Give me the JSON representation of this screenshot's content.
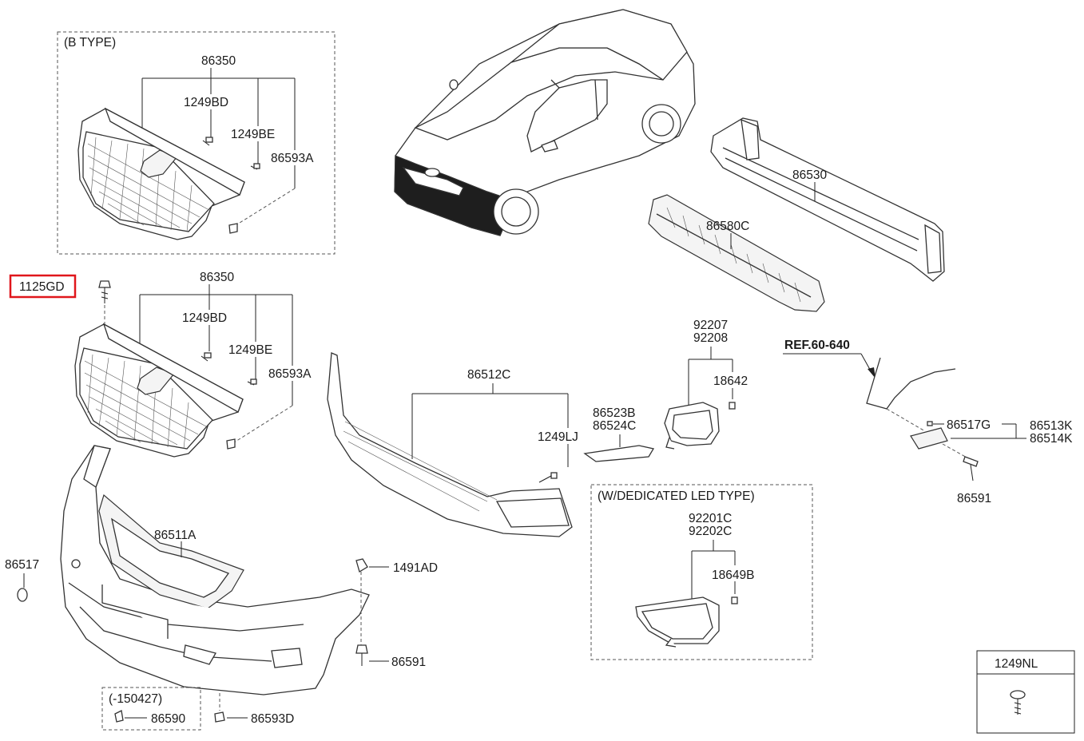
{
  "sections": {
    "b_type": "(B TYPE)",
    "led_type": "(W/DEDICATED LED TYPE)",
    "date_range": "(-150427)"
  },
  "reference": "REF.60-640",
  "highlighted_part": "1125GD",
  "labels": {
    "b_86350": "86350",
    "b_1249BD": "1249BD",
    "b_1249BE": "1249BE",
    "b_86593A": "86593A",
    "g_1125GD": "1125GD",
    "g_86350": "86350",
    "g_1249BD": "1249BD",
    "g_1249BE": "1249BE",
    "g_86593A": "86593A",
    "p_86530": "86530",
    "p_86580C": "86580C",
    "p_92207": "92207",
    "p_92208": "92208",
    "p_18642": "18642",
    "p_86512C": "86512C",
    "p_1249LJ": "1249LJ",
    "p_86523B": "86523B",
    "p_86524C": "86524C",
    "p_92201C": "92201C",
    "p_92202C": "92202C",
    "p_18649B": "18649B",
    "p_86517G": "86517G",
    "p_86513K": "86513K",
    "p_86514K": "86514K",
    "p_86591_r": "86591",
    "p_86511A": "86511A",
    "p_86517": "86517",
    "p_1491AD": "1491AD",
    "p_86591_b": "86591",
    "p_86590": "86590",
    "p_86593D": "86593D",
    "p_1249NL": "1249NL"
  }
}
